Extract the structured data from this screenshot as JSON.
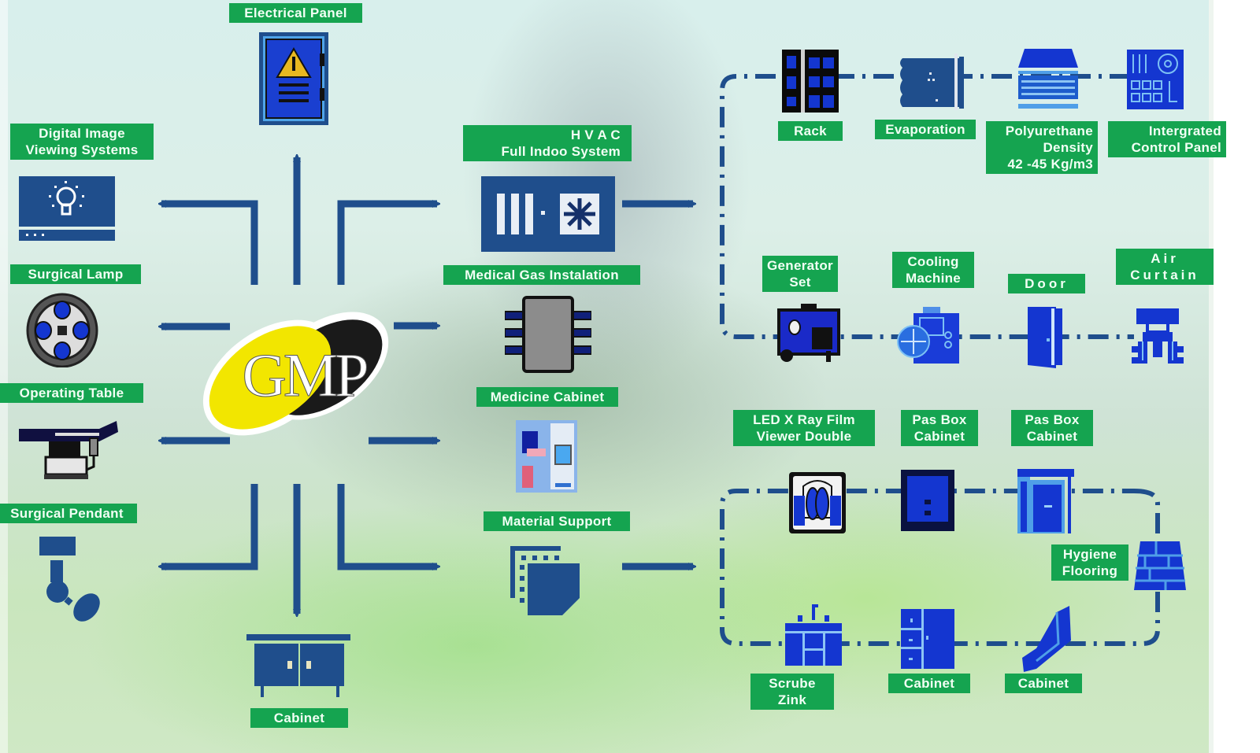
{
  "diagram": {
    "center_logo": {
      "text": "GMP",
      "colors": {
        "yellow": "#f2e600",
        "black": "#1a1a1a"
      }
    },
    "colors": {
      "label_bg": "#15a450",
      "arrow": "#1f4e8c",
      "icon_blue": "#1f4e8c",
      "bright_blue": "#1234c8"
    },
    "left_branch": {
      "electrical_panel": "Electrical Panel",
      "digital_image": "Digital  Image\nViewing  Systems",
      "surgical_lamp": "Surgical  Lamp",
      "operating_table": "Operating  Table",
      "surgical_pendant": "Surgical  Pendant",
      "cabinet": "Cabinet"
    },
    "middle_branch": {
      "hvac": "H V A C\nFull  Indoo System",
      "medical_gas": "Medical  Gas  Instalation",
      "medicine_cabinet": "Medicine  Cabinet",
      "material_support": "Material  Support"
    },
    "hvac_chain": {
      "rack": "Rack",
      "evaporation": "Evaporation",
      "polyurethane": "Polyurethane\nDensity\n42 -45 Kg/m3",
      "control_panel": "Intergrated\nControl  Panel",
      "generator": "Generator\nSet",
      "cooling": "Cooling\nMachine",
      "door": "Door",
      "air_curtain": "Air\nCurtain"
    },
    "material_chain": {
      "xray": "LED  X  Ray  Film\nViewer  Double",
      "pasbox1": "Pas  Box\nCabinet",
      "pasbox2": "Pas  Box\nCabinet",
      "hygiene": "Hygiene\nFlooring",
      "scrub": "Scrube  Zink",
      "cabinet1": "Cabinet",
      "cabinet2": "Cabinet"
    }
  }
}
